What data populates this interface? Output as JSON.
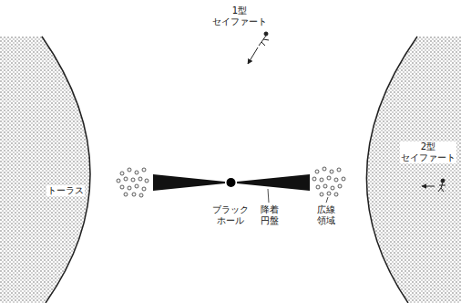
{
  "diagram": {
    "labels": [
      "1型 セイファート",
      "トーラス",
      "2型 セイファート",
      "ブラック ホール",
      "降着 円盤",
      "広線 領域"
    ]
  }
}
